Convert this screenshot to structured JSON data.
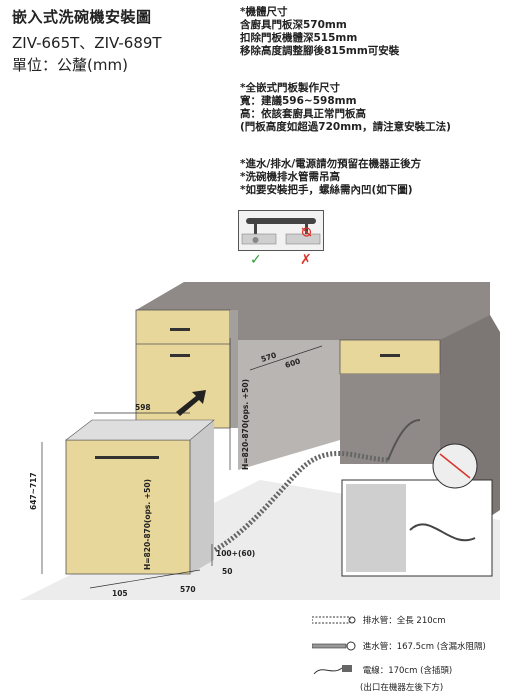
{
  "header": {
    "title": "嵌入式洗碗機安裝圖",
    "models": "ZIV-665T、ZIV-689T",
    "unit": "單位：公釐(mm)"
  },
  "notes": {
    "size_title": "*機體尺寸",
    "size_lines": [
      "含廚具門板深570mm",
      "扣除門板機體深515mm",
      "移除高度調整腳後815mm可安裝"
    ],
    "panel_title": "*全嵌式門板製作尺寸",
    "panel_lines": [
      "寬：建議596~598mm",
      "高：依該套廚具正常門板高",
      "(門板高度如超過720mm，請注意安裝工法)"
    ],
    "misc_lines": [
      "*進水/排水/電源請勿預留在機器正後方",
      "*洗碗機排水管需吊高",
      "*如要安裝把手，螺絲需內凹(如下圖)"
    ]
  },
  "handle_guide": {
    "ok_mark": "✓",
    "ng_mark": "✗",
    "ok_color": "#2e9a3a",
    "ng_color": "#d9342b"
  },
  "dimensions": {
    "width": "598",
    "height_range": "647~717",
    "panel_height": "H=820-870(ops. +50)",
    "cabinet_height": "H=820-870(ops. +50)",
    "cabinet_depth_a": "570",
    "cabinet_depth_b": "600",
    "toe_height": "100+(60)",
    "toe_gap": "50",
    "base_depth": "570",
    "base_offset": "105"
  },
  "legend": {
    "drain": "排水管：全長 210cm",
    "inlet": "進水管：167.5cm (含漏水阻隔)",
    "power": "電線：170cm (含插頭)",
    "power_note": "(出口在機器左後下方)"
  },
  "colors": {
    "cabinet": "#e8d79a",
    "wall": "#8f8987",
    "floor": "#dcdcdc",
    "line": "#333333"
  }
}
